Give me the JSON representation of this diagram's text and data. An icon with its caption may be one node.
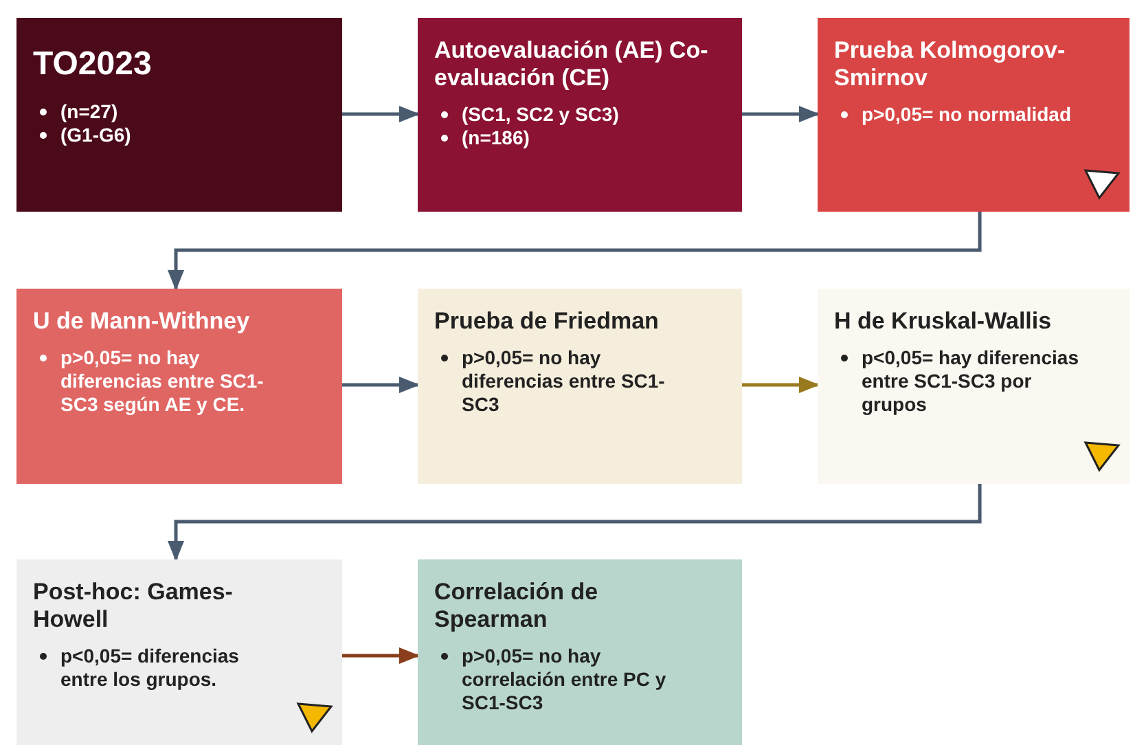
{
  "diagram": {
    "nodes": [
      {
        "text": [
          "TO2023",
          "(n=27)",
          "(G1-G6)"
        ]
      },
      {
        "text": [
          "Autoevaluación (AE) Co-evaluación (CE)",
          "(SC1, SC2 y SC3)",
          "(n=186)"
        ]
      },
      {
        "text": [
          "Prueba Kolmogorov-Smirnov",
          "p>0,05= no normalidad"
        ]
      },
      {
        "text": [
          "U de Mann-Withney",
          "p>0,05= no hay diferencias entre SC1-SC3 según AE y CE."
        ]
      },
      {
        "text": [
          "Prueba de Friedman",
          "p>0,05= no hay diferencias entre SC1-SC3"
        ]
      },
      {
        "text": [
          "H de Kruskal-Wallis",
          "p<0,05= hay diferencias entre SC1-SC3 por grupos"
        ]
      },
      {
        "text": [
          "Post-hoc: Games-Howell",
          "p<0,05= diferencias entre los grupos."
        ]
      },
      {
        "text": [
          "Correlación de Spearman",
          "p>0,05= no hay correlación entre PC y SC1-SC3"
        ]
      }
    ],
    "edges": [
      {
        "from": 0,
        "to": 1,
        "arrow": "to"
      },
      {
        "from": 1,
        "to": 2,
        "arrow": "to"
      },
      {
        "from": 2,
        "to": 3,
        "arrow": "to"
      },
      {
        "from": 3,
        "to": 4,
        "arrow": "to"
      },
      {
        "from": 4,
        "to": 5,
        "arrow": "to",
        "color": "#9a7a1e"
      },
      {
        "from": 5,
        "to": 6,
        "arrow": "to"
      },
      {
        "from": 6,
        "to": 7,
        "arrow": "to",
        "color": "#8a3e1c"
      }
    ]
  }
}
